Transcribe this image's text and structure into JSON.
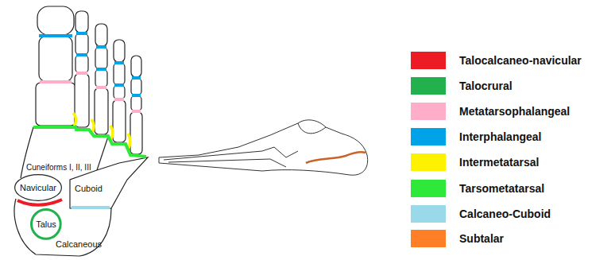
{
  "diagram": {
    "nodes": [
      {
        "text": [
          "Navicular"
        ]
      },
      {
        "text": [
          "Talus"
        ]
      }
    ],
    "labels": [
      "Cuneiforms I, II, III",
      "Cuboid",
      "Calcaneous"
    ],
    "legend": [
      {
        "text": "Talocalcaneo-navicular",
        "color": "#ed1c24"
      },
      {
        "text": "Talocrural",
        "color": "#22b14c"
      },
      {
        "text": "Metatarsophalangeal",
        "color": "#ffaec9"
      },
      {
        "text": "Interphalangeal",
        "color": "#00a2e8"
      },
      {
        "text": "Intermetatarsal",
        "color": "#fff200"
      },
      {
        "text": "Tarsometatarsal",
        "color": "#2ee83a"
      },
      {
        "text": "Calcaneo-Cuboid",
        "color": "#99d9ea"
      },
      {
        "text": "Subtalar",
        "color": "#ff7f27"
      }
    ]
  }
}
